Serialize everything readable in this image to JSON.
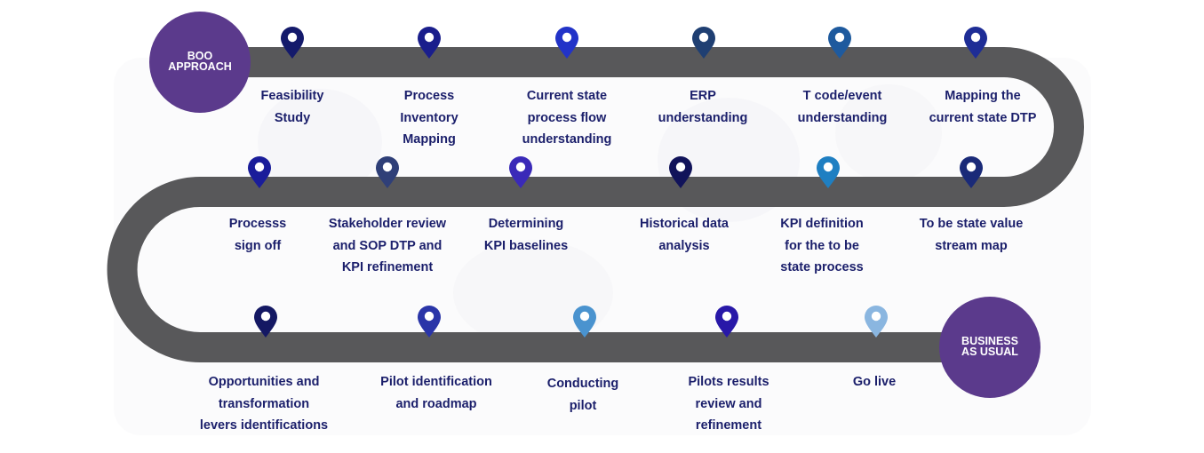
{
  "start": {
    "lines": [
      "BOO",
      "APPROACH"
    ]
  },
  "end": {
    "lines": [
      "BUSINESS",
      "AS USUAL"
    ]
  },
  "steps": [
    {
      "lines": [
        "Feasibility",
        "Study"
      ],
      "color": "#141a6b"
    },
    {
      "lines": [
        "Process",
        "Inventory",
        "Mapping"
      ],
      "color": "#1a1e8c"
    },
    {
      "lines": [
        "Current state",
        "process flow",
        "understanding"
      ],
      "color": "#2233c8"
    },
    {
      "lines": [
        "ERP",
        "understanding"
      ],
      "color": "#1f3f72"
    },
    {
      "lines": [
        "T code/event",
        "understanding"
      ],
      "color": "#1e5a9e"
    },
    {
      "lines": [
        "Mapping the",
        "current state DTP"
      ],
      "color": "#1e2d96"
    },
    {
      "lines": [
        "To be state value",
        "stream map"
      ],
      "color": "#1a2a78"
    },
    {
      "lines": [
        "KPI definition",
        "for the to be",
        "state process"
      ],
      "color": "#1f7fc2"
    },
    {
      "lines": [
        "Historical data",
        "analysis"
      ],
      "color": "#11135a"
    },
    {
      "lines": [
        "Determining",
        "KPI baselines"
      ],
      "color": "#3a2ab8"
    },
    {
      "lines": [
        "Stakeholder review",
        "and  SOP DTP and",
        "KPI refinement"
      ],
      "color": "#2f3f78"
    },
    {
      "lines": [
        "Processs",
        "sign off"
      ],
      "color": "#1a1d9a"
    },
    {
      "lines": [
        "Opportunities and",
        "transformation",
        "levers identifications"
      ],
      "color": "#141863"
    },
    {
      "lines": [
        "Pilot identification",
        "and roadmap"
      ],
      "color": "#2a35a8"
    },
    {
      "lines": [
        "Conducting",
        "pilot"
      ],
      "color": "#4a93cf"
    },
    {
      "lines": [
        "Pilots results",
        "review and",
        "refinement"
      ],
      "color": "#2818a8"
    },
    {
      "lines": [
        "Go live"
      ],
      "color": "#8ab6e0"
    }
  ]
}
